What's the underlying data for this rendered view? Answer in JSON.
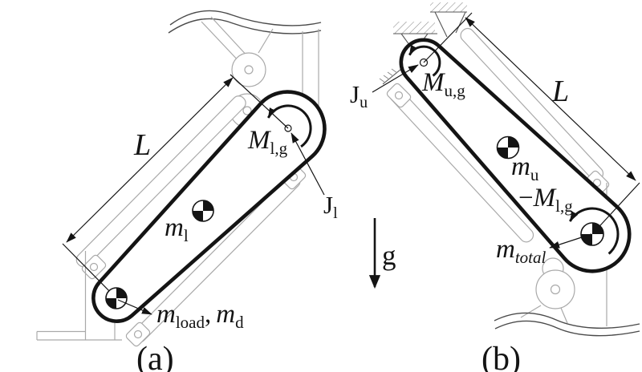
{
  "figure": {
    "colors": {
      "ink": "#141414",
      "frame_gray": "#a9a9a9",
      "break_line_gray": "#4a4a4a",
      "hatch_gray": "#888888",
      "background": "#ffffff"
    },
    "gravity": {
      "label": "g"
    },
    "panel_a": {
      "caption": "(a)",
      "length": {
        "main": "L"
      },
      "moment": {
        "main": "M",
        "sub": "l,g"
      },
      "inertia": {
        "main": "J",
        "sub": "l"
      },
      "link_mass": {
        "main": "m",
        "sub": "l"
      },
      "load": {
        "m1": "m",
        "s1": "load",
        "comma": ",",
        "m2": "m",
        "s2": "d"
      }
    },
    "panel_b": {
      "caption": "(b)",
      "length": {
        "main": "L"
      },
      "moment": {
        "main": "M",
        "sub": "u,g"
      },
      "inertia": {
        "main": "J",
        "sub": "u"
      },
      "link_mass": {
        "main": "m",
        "sub": "u"
      },
      "reaction_moment": {
        "minus": "−",
        "main": "M",
        "sub": "l,g"
      },
      "total_mass": {
        "main": "m",
        "sub": "total"
      }
    }
  }
}
